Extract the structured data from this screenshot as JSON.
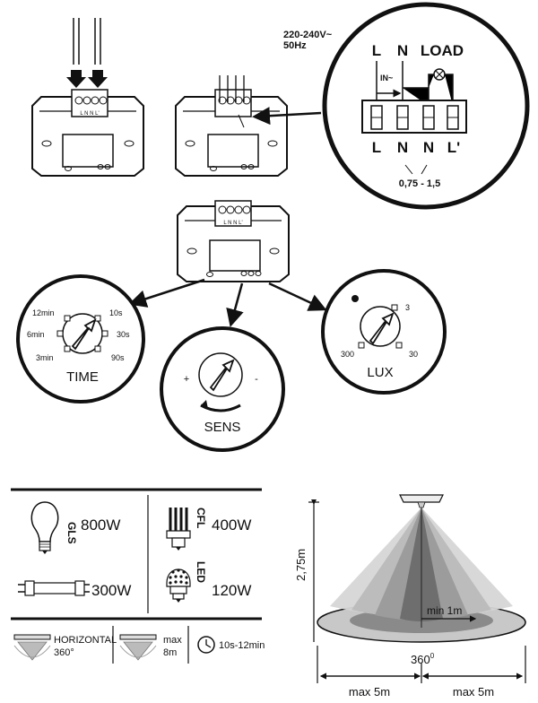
{
  "wiring": {
    "supply_voltage": "220-240V~",
    "supply_freq": "50Hz",
    "top_labels": [
      "L",
      "N",
      "LOAD"
    ],
    "in_label": "IN~",
    "bottom_labels": [
      "L",
      "N",
      "N",
      "L'"
    ],
    "wire_section": "0,75 - 1,5",
    "block_marks": "L N N L'"
  },
  "dials": {
    "time": {
      "name": "TIME",
      "marks": [
        "12min",
        "10s",
        "6min",
        "30s",
        "3min",
        "90s"
      ]
    },
    "sens": {
      "name": "SENS",
      "plus": "+",
      "minus": "-"
    },
    "lux": {
      "name": "LUX",
      "marks": [
        "3",
        "300",
        "30"
      ]
    }
  },
  "loads": {
    "gls": {
      "type": "GLS",
      "power": "800W"
    },
    "cfl": {
      "type": "CFL",
      "power": "400W"
    },
    "tube": {
      "power": "300W"
    },
    "led": {
      "type": "LED",
      "power": "120W"
    }
  },
  "specs": {
    "mount": "HORIZONTAL",
    "angle": "360°",
    "range_label": "max",
    "range": "8m",
    "time_range": "10s-12min"
  },
  "detection": {
    "height": "2,75m",
    "min_radius": "min 1m",
    "angle": "360",
    "angle_sup": "0",
    "left_radius": "max 5m",
    "right_radius": "max 5m"
  }
}
